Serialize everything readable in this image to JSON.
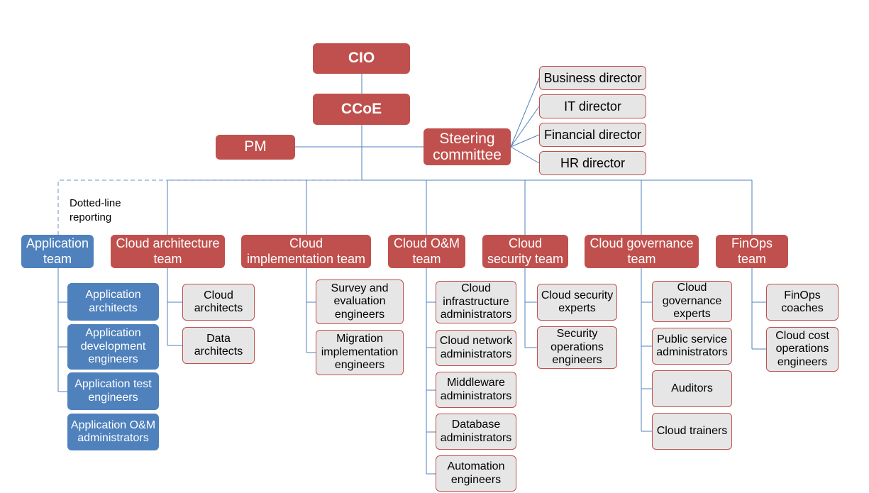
{
  "top": {
    "cio": "CIO",
    "ccoe": "CCoE",
    "pm": "PM",
    "steering": "Steering\ncommittee"
  },
  "directors": [
    "Business director",
    "IT director",
    "Financial director",
    "HR director"
  ],
  "dotted_note": "Dotted-line\nreporting",
  "teams": [
    {
      "name": "Application\nteam",
      "members": [
        "Application\narchitects",
        "Application\ndevelopment\nengineers",
        "Application test\nengineers",
        "Application O&M\nadministrators"
      ]
    },
    {
      "name": "Cloud architecture\nteam",
      "members": [
        "Cloud\narchitects",
        "Data\narchitects"
      ]
    },
    {
      "name": "Cloud\nimplementation team",
      "members": [
        "Survey and\nevaluation\nengineers",
        "Migration\nimplementation\nengineers"
      ]
    },
    {
      "name": "Cloud O&M\nteam",
      "members": [
        "Cloud\ninfrastructure\nadministrators",
        "Cloud network\nadministrators",
        "Middleware\nadministrators",
        "Database\nadministrators",
        "Automation\nengineers"
      ]
    },
    {
      "name": "Cloud\nsecurity team",
      "members": [
        "Cloud security\nexperts",
        "Security\noperations\nengineers"
      ]
    },
    {
      "name": "Cloud governance\nteam",
      "members": [
        "Cloud\ngovernance\nexperts",
        "Public service\nadministrators",
        "Auditors",
        "Cloud trainers"
      ]
    },
    {
      "name": "FinOps\nteam",
      "members": [
        "FinOps\ncoaches",
        "Cloud cost\noperations\nengineers"
      ]
    }
  ],
  "colors": {
    "core": "#c0504d",
    "application": "#4f81bd",
    "member": "#e6e6e6",
    "line": "#4f81bd"
  }
}
